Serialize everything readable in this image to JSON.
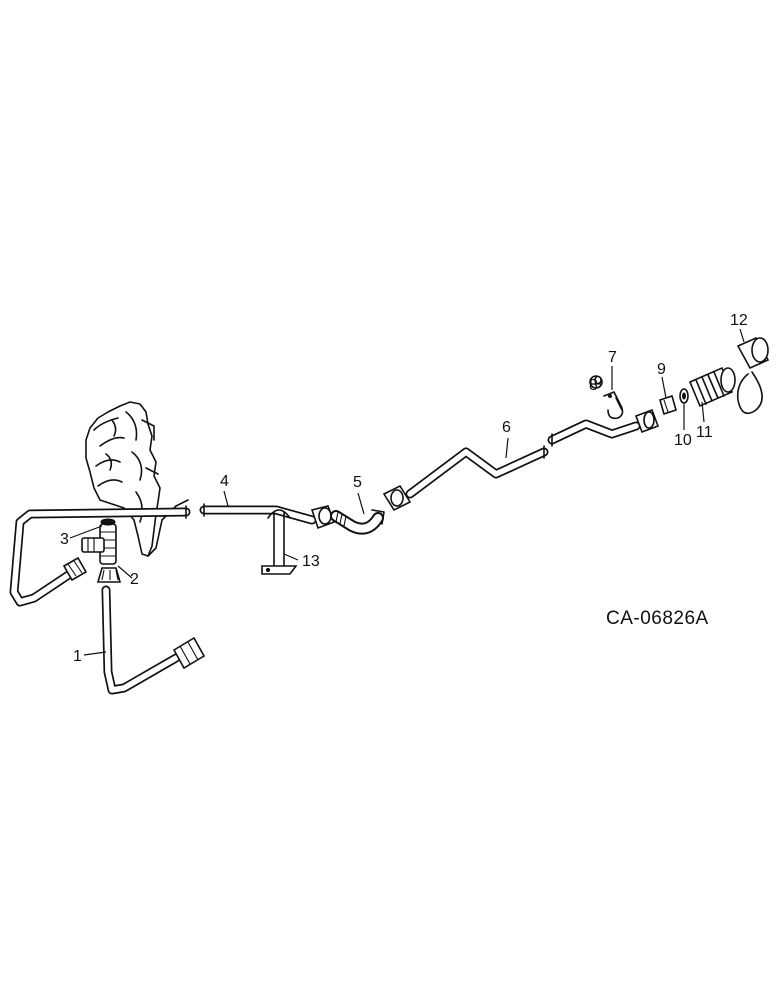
{
  "diagram": {
    "reference_code": "CA-06826A",
    "callouts": [
      "1",
      "2",
      "3",
      "4",
      "5",
      "6",
      "7",
      "8",
      "9",
      "10",
      "11",
      "12",
      "13"
    ]
  }
}
